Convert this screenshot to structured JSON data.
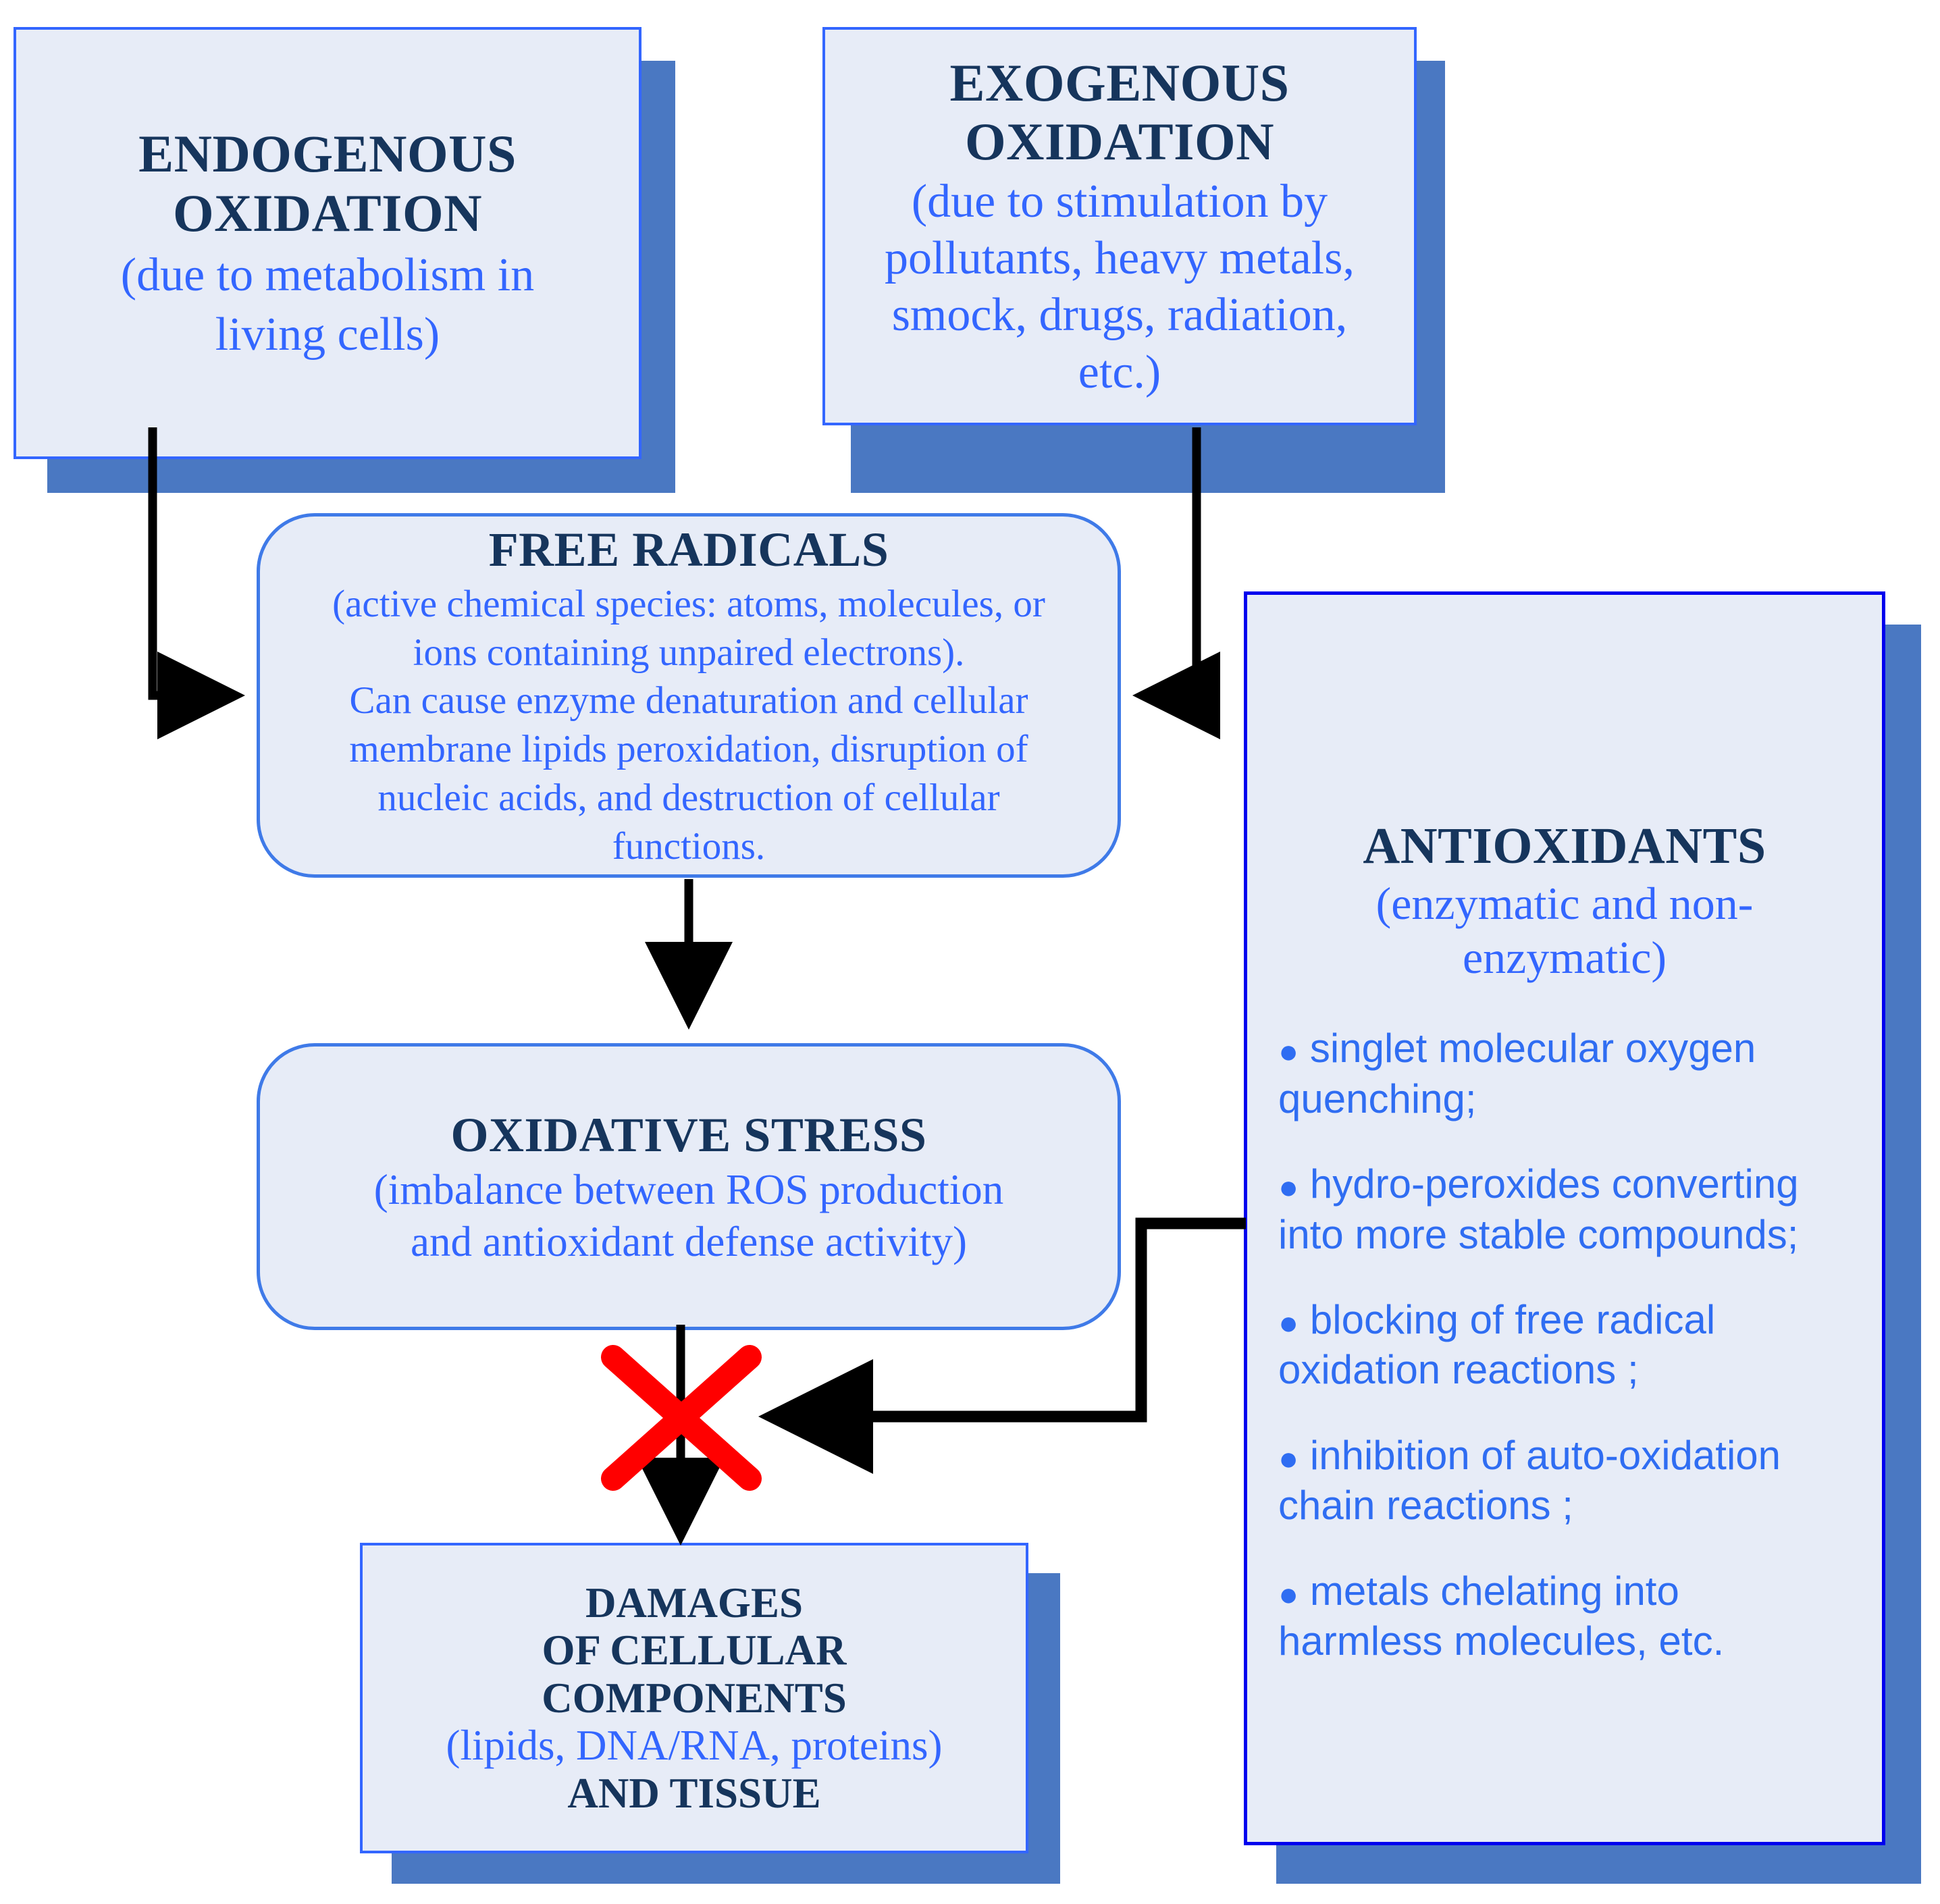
{
  "diagram": {
    "title": "Oxidative stress pathway",
    "colors": {
      "box_fill": "#e7ecf7",
      "box_border": "#3366ff",
      "box_border_dark": "#0000ee",
      "shadow": "#4a78c2",
      "heading_text": "#16355c",
      "body_text": "#3366ff",
      "arrow": "#000000",
      "cross": "#ff0000"
    }
  },
  "endogenous": {
    "title_line1": "ENDOGENOUS",
    "title_line2": "OXIDATION",
    "sub_line1": "(due to metabolism in",
    "sub_line2": "living cells)"
  },
  "exogenous": {
    "title_line1": "EXOGENOUS",
    "title_line2": "OXIDATION",
    "sub_line1": "(due to stimulation by",
    "sub_line2": "pollutants, heavy metals,",
    "sub_line3": "smock, drugs, radiation,",
    "sub_line4": "etc.)"
  },
  "free_radicals": {
    "title": "FREE RADICALS",
    "sub_line1": "(active chemical species: atoms, molecules, or",
    "sub_line2": "ions  containing unpaired electrons).",
    "sub_line3": "Can cause enzyme denaturation and cellular",
    "sub_line4": "membrane lipids peroxidation, disruption of",
    "sub_line5": "nucleic acids, and destruction of cellular",
    "sub_line6": "functions."
  },
  "oxidative_stress": {
    "title": "OXIDATIVE STRESS",
    "sub_line1": "(imbalance between ROS production",
    "sub_line2": "and antioxidant defense activity)"
  },
  "damages": {
    "title_line1": "DAMAGES",
    "title_line2": "OF CELLULAR",
    "title_line3": "COMPONENTS",
    "sub_line1": "(lipids, DNA/RNA, proteins)",
    "title_line4": "AND TISSUE"
  },
  "antioxidants": {
    "title": "ANTIOXIDANTS",
    "sub_line1": "(enzymatic  and non-",
    "sub_line2": "enzymatic)",
    "bullet_glyph": "●",
    "items": [
      "singlet molecular oxygen quenching;",
      " hydro-peroxides converting into more stable compounds;",
      "blocking of free radical oxidation reactions ;",
      "inhibition of auto-oxidation chain reactions  ;",
      "metals chelating into harmless molecules, etc."
    ]
  }
}
